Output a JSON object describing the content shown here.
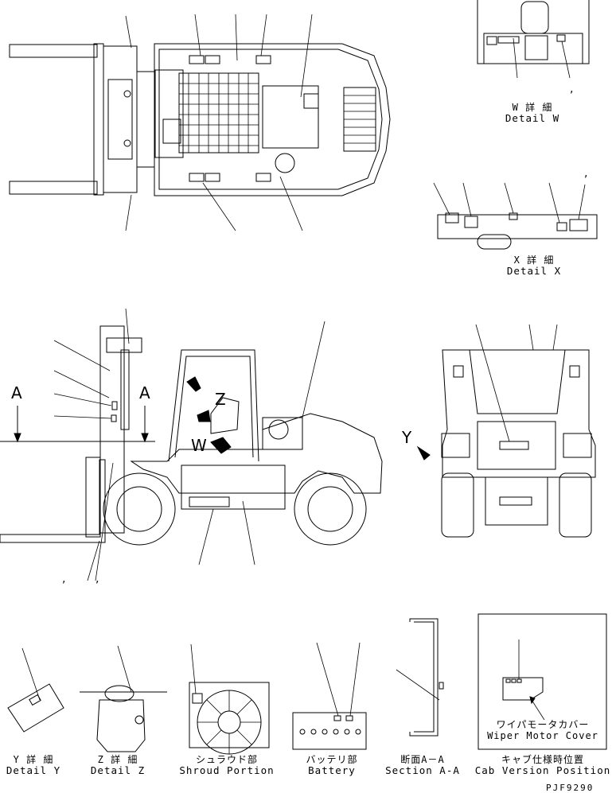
{
  "detail_w": {
    "jp": "W 詳 細",
    "en": "Detail W"
  },
  "detail_x": {
    "jp": "X 詳 細",
    "en": "Detail X"
  },
  "detail_y": {
    "jp": "Y 詳 細",
    "en": "Detail Y"
  },
  "detail_z": {
    "jp": "Z 詳 細",
    "en": "Detail Z"
  },
  "shroud": {
    "jp": "シュラウド部",
    "en": "Shroud Portion"
  },
  "battery": {
    "jp": "バッテリ部",
    "en": "Battery"
  },
  "section_aa": {
    "jp": "断面A－A",
    "en": "Section A-A"
  },
  "cab_version": {
    "jp": "キャブ仕様時位置",
    "en": "Cab Version Position"
  },
  "wiper_cover": {
    "jp": "ワイパモータカバー",
    "en": "Wiper Motor Cover"
  },
  "markers": {
    "a": "A",
    "y": "Y",
    "z": "Z",
    "w": "W",
    "comma": ","
  },
  "drawing_code": "PJF9290"
}
